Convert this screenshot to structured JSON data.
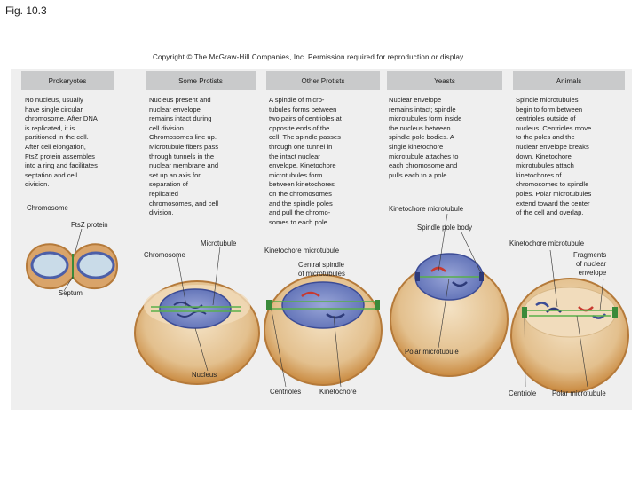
{
  "figure": {
    "label": "Fig. 10.3",
    "copyright": "Copyright © The McGraw-Hill Companies, Inc. Permission required for reproduction or display."
  },
  "columns": [
    {
      "header": "Prokaryotes",
      "description": "No nucleus, usually\n have single circular\nchromosome. After DNA\nis replicated, it is\npartitioned in the cell.\nAfter cell elongation,\nFtsZ protein assembles\ninto a ring and facilitates\nseptation and cell\ndivision."
    },
    {
      "header": "Some Protists",
      "description": "Nucleus present and\nnuclear envelope\nremains intact during\ncell division.\nChromosomes line up.\nMicrotubule fibers pass\nthrough tunnels in the\nnuclear membrane and\nset up an axis for\nseparation of\nreplicated\nchromosomes, and cell\ndivision."
    },
    {
      "header": "Other Protists",
      "description": "A spindle of micro-\ntubules forms between\ntwo pairs of centrioles at\nopposite ends of the\ncell. The spindle passes\nthrough one tunnel in\nthe intact nuclear\nenvelope. Kinetochore\nmicrotubules form\nbetween kinetochores\non the chromosomes\nand the spindle poles\nand pull the chromo-\nsomes to each pole."
    },
    {
      "header": "Yeasts",
      "description": "Nuclear envelope\nremains intact; spindle\nmicrotubules form inside\nthe nucleus between\nspindle pole bodies. A\nsingle kinetochore\nmicrotubule attaches to\neach chromosome and\npulls each to a pole."
    },
    {
      "header": "Animals",
      "description": "Spindle microtubules\nbegin to form between\ncentrioles outside of\nnucleus. Centrioles move\nto the poles and the\nnuclear envelope breaks\ndown. Kinetochore\nmicrotubules attach\nkinetochores of\nchromosomes to spindle\npoles. Polar microtubules\nextend toward the center\nof the cell and overlap."
    }
  ],
  "labels": {
    "chromosome_prok": "Chromosome",
    "ftsz_protein": "FtsZ protein",
    "septum": "Septum",
    "microtubule": "Microtubule",
    "chromosome_protist": "Chromosome",
    "kinetochore_mt_other": "Kinetochore microtubule",
    "central_spindle": "Central spindle\nof microtubules",
    "nucleus": "Nucleus",
    "centrioles": "Centrioles",
    "kinetochore": "Kinetochore",
    "kinetochore_mt_yeast": "Kinetochore microtubule",
    "spindle_pole_body": "Spindle pole body",
    "polar_mt_yeast": "Polar microtubule",
    "kinetochore_mt_animal": "Kinetochore microtubule",
    "fragments_envelope": "Fragments\nof nuclear\nenvelope",
    "centriole": "Centriole",
    "polar_mt_animal": "Polar microtubule"
  },
  "colors": {
    "panel": "#efefef",
    "header": "#c9cacb",
    "cell_fill": "#e6c9a0",
    "cell_rim": "#c9893f",
    "nucleus": "#6c7fc0",
    "chromosome_red": "#c8392f",
    "microtubule_green": "#58b04a"
  }
}
